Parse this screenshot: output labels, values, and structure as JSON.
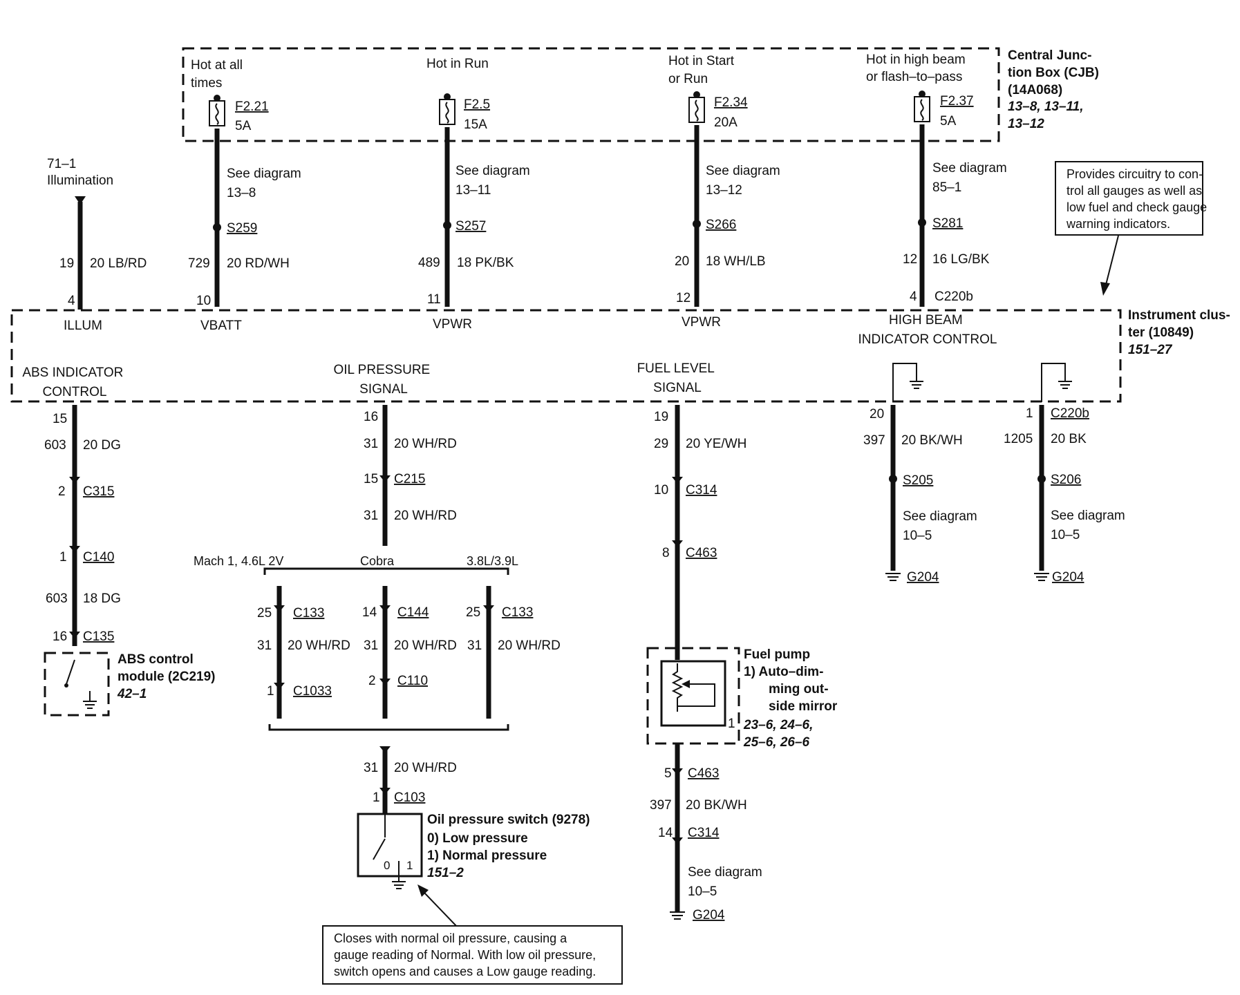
{
  "cjb": {
    "label": [
      "Central Junc-",
      "tion Box (CJB)",
      "(14A068)"
    ],
    "refs": [
      "13–8, 13–11,",
      "13–12"
    ],
    "fuses": [
      {
        "hot": [
          "Hot at all",
          "times"
        ],
        "fuse": "F2.21",
        "amps": "5A",
        "see": [
          "See diagram",
          "13–8"
        ],
        "splice": "S259",
        "circuit": "729",
        "wire": "20 RD/WH",
        "pin": "10",
        "signal": "VBATT"
      },
      {
        "hot": [
          "Hot in Run"
        ],
        "fuse": "F2.5",
        "amps": "15A",
        "see": [
          "See diagram",
          "13–11"
        ],
        "splice": "S257",
        "circuit": "489",
        "wire": "18 PK/BK",
        "pin": "11",
        "signal": "VPWR"
      },
      {
        "hot": [
          "Hot in Start",
          "or Run"
        ],
        "fuse": "F2.34",
        "amps": "20A",
        "see": [
          "See diagram",
          "13–12"
        ],
        "splice": "S266",
        "circuit": "20",
        "wire": "18 WH/LB",
        "pin": "12",
        "signal": "VPWR"
      },
      {
        "hot": [
          "Hot in high beam",
          "or flash–to–pass"
        ],
        "fuse": "F2.37",
        "amps": "5A",
        "see": [
          "See diagram",
          "85–1"
        ],
        "splice": "S281",
        "circuit": "12",
        "wire": "16 LG/BK",
        "pin": "4",
        "connector": "C220b",
        "signal": [
          "HIGH BEAM",
          "INDICATOR CONTROL"
        ]
      }
    ]
  },
  "illumination": {
    "ref": "71–1",
    "label": "Illumination",
    "circuit": "19",
    "wire": "20 LB/RD",
    "pin": "4",
    "signal": "ILLUM"
  },
  "note_top": [
    "Provides circuitry to con-",
    "trol all gauges as well as",
    "low fuel and check gauge",
    "warning indicators."
  ],
  "cluster": {
    "label": [
      "Instrument clus-",
      "ter (10849)"
    ],
    "ref": "151–27"
  },
  "abs": {
    "signal": [
      "ABS INDICATOR",
      "CONTROL"
    ],
    "pin": "15",
    "circuit": "603",
    "wire": "20 DG",
    "c315_pin": "2",
    "c315": "C315",
    "c140_pin": "1",
    "c140": "C140",
    "circuit2": "603",
    "wire2": "18 DG",
    "c135_pin": "16",
    "c135": "C135",
    "module": [
      "ABS control",
      "module (2C219)"
    ],
    "module_ref": "42–1"
  },
  "oil": {
    "signal": [
      "OIL PRESSURE",
      "SIGNAL"
    ],
    "pin": "16",
    "circuit": "31",
    "wire": "20 WH/RD",
    "c215_pin": "15",
    "c215": "C215",
    "circuit2": "31",
    "wire2": "20 WH/RD",
    "variants": [
      {
        "name": "Mach 1, 4.6L 2V",
        "pin": "25",
        "conn": "C133",
        "circuit": "31",
        "wire": "20 WH/RD",
        "pin2": "1",
        "conn2": "C1033"
      },
      {
        "name": "Cobra",
        "pin": "14",
        "conn": "C144",
        "circuit": "31",
        "wire": "20 WH/RD",
        "pin2": "2",
        "conn2": "C110"
      },
      {
        "name": "3.8L/3.9L",
        "pin": "25",
        "conn": "C133",
        "circuit": "31",
        "wire": "20 WH/RD"
      }
    ],
    "circuit3": "31",
    "wire3": "20 WH/RD",
    "c103_pin": "1",
    "c103": "C103",
    "switch_label": "Oil pressure switch (9278)",
    "states": [
      "0)   Low pressure",
      "1)   Normal pressure"
    ],
    "switch_ref": "151–2",
    "contact0": "0",
    "contact1": "1",
    "note": [
      "Closes with normal oil pressure, causing a",
      "gauge reading of Normal. With low oil pressure,",
      "switch opens and causes a Low gauge reading."
    ]
  },
  "fuel": {
    "signal": [
      "FUEL LEVEL",
      "SIGNAL"
    ],
    "pin": "19",
    "circuit": "29",
    "wire": "20 YE/WH",
    "c314_pin": "10",
    "c314": "C314",
    "c463_pin": "8",
    "c463": "C463",
    "pump_label": "Fuel pump",
    "pump_note": [
      "1)    Auto–dim-",
      "ming out-",
      "side mirror"
    ],
    "pump_refs": [
      "23–6, 24–6,",
      "25–6, 26–6"
    ],
    "pump_pin": "1",
    "c463b_pin": "5",
    "c463b": "C463",
    "circuit2": "397",
    "wire2": "20 BK/WH",
    "c314b_pin": "14",
    "c314b": "C314",
    "see": [
      "See diagram",
      "10–5"
    ],
    "ground": "G204"
  },
  "ground1": {
    "pin": "20",
    "circuit": "397",
    "wire": "20 BK/WH",
    "splice": "S205",
    "see": [
      "See diagram",
      "10–5"
    ],
    "ground": "G204"
  },
  "ground2": {
    "pin": "1",
    "connector": "C220b",
    "circuit": "1205",
    "wire": "20 BK",
    "splice": "S206",
    "see": [
      "See diagram",
      "10–5"
    ],
    "ground": "G204"
  }
}
